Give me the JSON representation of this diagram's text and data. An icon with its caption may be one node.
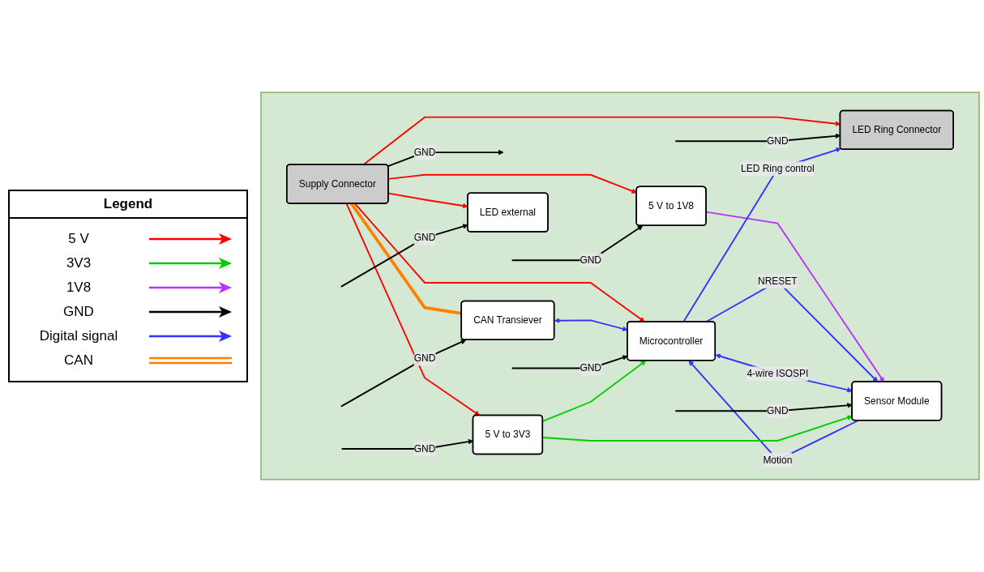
{
  "diagram": {
    "nodes": [
      {
        "text": [],
        "shape": "box"
      },
      {
        "text": [
          "Supply Connector"
        ],
        "in": 0
      },
      {
        "text": [
          "LED Ring Connector"
        ],
        "in": 0
      },
      {
        "text": [
          "5 V to 1V8"
        ],
        "in": 0
      },
      {
        "text": [
          "CAN Transiever"
        ],
        "in": 0
      },
      {
        "text": [
          "Microcontroller"
        ],
        "in": 0
      },
      {
        "text": [
          "5 V to 3V3"
        ],
        "in": 0
      },
      {
        "text": [
          "LED external"
        ],
        "in": 0
      },
      {
        "text": [
          "Sensor Module"
        ],
        "in": 0
      }
    ],
    "edges": [
      {
        "from": 1,
        "to": 4,
        "arrow": "none",
        "style": "thick",
        "color": "#ff8000"
      },
      {
        "from": 1,
        "to": null,
        "arrow": "to",
        "label": "GND"
      },
      {
        "from": 1,
        "to": 2,
        "arrow": "to",
        "color": "#ff0000"
      },
      {
        "from": 1,
        "to": 5,
        "arrow": "to",
        "color": "#ff0000"
      },
      {
        "from": 1,
        "to": 3,
        "arrow": "to",
        "color": "#ff0000"
      },
      {
        "from": 1,
        "to": 6,
        "arrow": "to",
        "color": "#ff0000"
      },
      {
        "from": 1,
        "to": 7,
        "arrow": "to",
        "color": "#ff0000"
      },
      {
        "from": null,
        "to": 2,
        "arrow": "to",
        "label": "GND"
      },
      {
        "from": 3,
        "to": 8,
        "arrow": "to",
        "color": "#b833ff"
      },
      {
        "from": null,
        "to": 3,
        "arrow": "to",
        "label": "GND"
      },
      {
        "from": null,
        "to": 4,
        "arrow": "to",
        "label": "GND"
      },
      {
        "from": 4,
        "to": 5,
        "arrow": "both",
        "color": "#3333ff"
      },
      {
        "from": 5,
        "to": 2,
        "arrow": "to",
        "label": "LED Ring control",
        "color": "#3333ff"
      },
      {
        "from": null,
        "to": 5,
        "arrow": "to",
        "label": "GND"
      },
      {
        "from": 6,
        "to": 5,
        "arrow": "to",
        "color": "#00cc00"
      },
      {
        "from": null,
        "to": 6,
        "arrow": "to",
        "label": "GND"
      },
      {
        "from": 5,
        "to": 8,
        "arrow": "to",
        "label": "NRESET",
        "color": "#3333ff"
      },
      {
        "from": 5,
        "to": 8,
        "arrow": "both",
        "label": "4-wire ISOSPI",
        "color": "#3333ff"
      },
      {
        "from": 8,
        "to": 5,
        "arrow": "to",
        "label": "Motion",
        "color": "#3333ff"
      },
      {
        "from": null,
        "to": 7,
        "arrow": "to",
        "label": "GND"
      },
      {
        "from": null,
        "to": 8,
        "arrow": "to",
        "label": "GND"
      },
      {
        "from": 6,
        "to": 8,
        "arrow": "to",
        "color": "#00cc00"
      }
    ],
    "labels": [
      "Legend"
    ],
    "legend": [
      {
        "text": "5 V"
      },
      {
        "text": "3V3"
      },
      {
        "text": "1V8"
      },
      {
        "text": "GND"
      },
      {
        "text": "Digital signal"
      },
      {
        "text": "CAN"
      }
    ]
  }
}
